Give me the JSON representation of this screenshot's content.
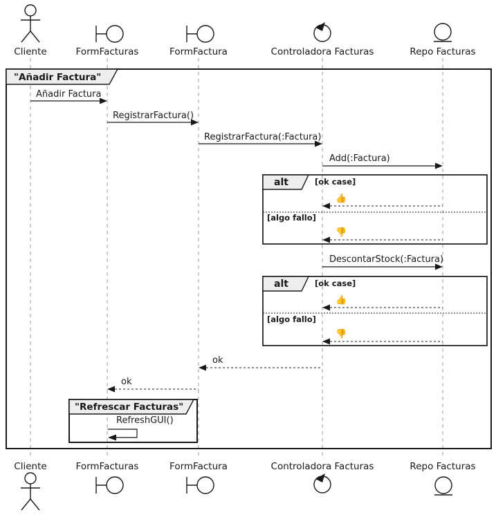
{
  "colors": {
    "participant_fill": "#E2E2F0",
    "stroke": "#181818",
    "frame_label_fill": "#EEEEEE",
    "lifeline": "#999999",
    "background": "#FFFFFF"
  },
  "participants": [
    {
      "label": "Cliente",
      "type": "actor"
    },
    {
      "label": "FormFacturas",
      "type": "boundary"
    },
    {
      "label": "FormFactura",
      "type": "boundary"
    },
    {
      "label": "Controladora Facturas",
      "type": "control"
    },
    {
      "label": "Repo Facturas",
      "type": "entity"
    }
  ],
  "main_frame": {
    "title": "\"Añadir Factura\""
  },
  "messages": {
    "anadir": "Añadir Factura",
    "registrar_void": "RegistrarFactura()",
    "registrar_factura": "RegistrarFactura(:Factura)",
    "add": "Add(:Factura)",
    "descontar": "DescontarStock(:Factura)",
    "ok_to_formfactura": "ok",
    "ok_to_formfacturas": "ok",
    "refresh": "RefreshGUI()"
  },
  "alt1": {
    "operator": "alt",
    "ok_guard": "[ok case]",
    "ok_result": "👍",
    "fail_guard": "[algo fallo]",
    "fail_result": "👎"
  },
  "alt2": {
    "operator": "alt",
    "ok_guard": "[ok case]",
    "ok_result": "👍",
    "fail_guard": "[algo fallo]",
    "fail_result": "👎"
  },
  "refresh_frame": {
    "title": "\"Refrescar Facturas\""
  }
}
